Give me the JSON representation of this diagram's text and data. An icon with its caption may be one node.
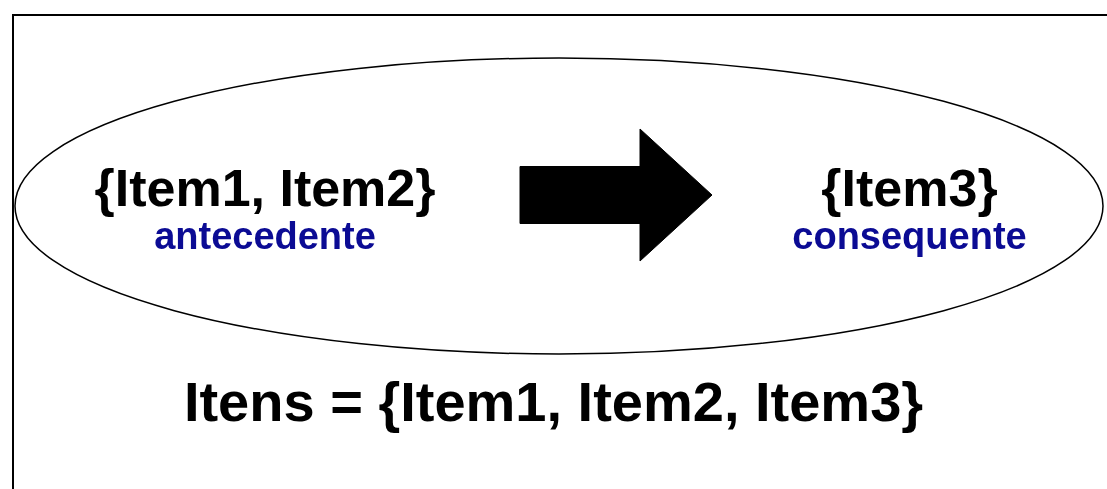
{
  "diagram": {
    "nodes": [
      {
        "text": [],
        "shape": "ellipse"
      },
      {
        "text": [
          "{Item1, Item2}",
          "antecedente"
        ],
        "in": 0
      },
      {
        "text": [
          "{Item3}",
          "consequente"
        ],
        "in": 0
      }
    ],
    "edges": [
      {
        "from": 1,
        "to": 2,
        "arrow": "to",
        "style": "thick"
      }
    ],
    "labels": [
      "Itens = {Item1, Item2, Item3}"
    ]
  }
}
